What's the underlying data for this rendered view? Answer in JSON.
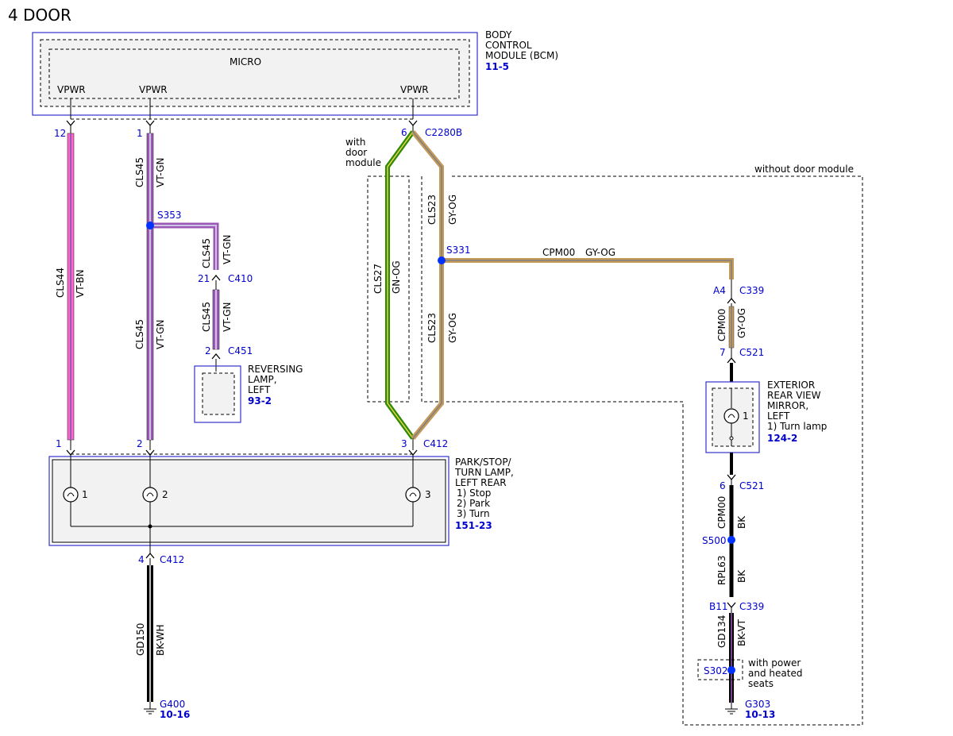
{
  "title": "4 DOOR",
  "bcm": {
    "name_lines": [
      "BODY",
      "CONTROL",
      "MODULE (BCM)"
    ],
    "ref": "11-5",
    "micro": "MICRO",
    "vpwr": [
      "VPWR",
      "VPWR",
      "VPWR"
    ]
  },
  "pins": {
    "p12": "12",
    "p1": "1",
    "p6": "6",
    "c2280b": "C2280B",
    "p21": "21",
    "c410": "C410",
    "p2a": "2",
    "c451": "C451",
    "p1b": "1",
    "p2b": "2",
    "p3": "3",
    "c412a": "C412",
    "p4": "4",
    "c412b": "C412",
    "a4": "A4",
    "c339a": "C339",
    "p7": "7",
    "c521a": "C521",
    "p6b": "6",
    "c521b": "C521",
    "b11": "B11",
    "c339b": "C339"
  },
  "splices": {
    "s353": "S353",
    "s331": "S331",
    "s500": "S500",
    "s302": "S302"
  },
  "wires": {
    "cls44": "CLS44",
    "vtbn": "VT-BN",
    "cls45a": "CLS45",
    "vtgna": "VT-GN",
    "cls45b": "CLS45",
    "vtgnb": "VT-GN",
    "cls45c": "CLS45",
    "vtgnc": "VT-GN",
    "cls45d": "CLS45",
    "vtgnd": "VT-GN",
    "cls27": "CLS27",
    "gnog": "GN-OG",
    "cls23a": "CLS23",
    "gyoga": "GY-OG",
    "cls23b": "CLS23",
    "gyogb": "GY-OG",
    "cpm00h": "CPM00",
    "gyogh": "GY-OG",
    "cpm00v": "CPM00",
    "gyogv": "GY-OG",
    "cpm00bk": "CPM00",
    "bk1": "BK",
    "rpl63": "RPL63",
    "bk2": "BK",
    "gd134": "GD134",
    "bkvt": "BK-VT",
    "gd150": "GD150",
    "bkwh": "BK-WH"
  },
  "notes": {
    "with_door": [
      "with",
      "door",
      "module"
    ],
    "without_door": "without door module",
    "with_power": [
      "with power",
      "and heated",
      "seats"
    ]
  },
  "reversing_lamp": {
    "lines": [
      "REVERSING",
      "LAMP,",
      "LEFT"
    ],
    "ref": "93-2"
  },
  "park_lamp": {
    "lines": [
      "PARK/STOP/",
      "TURN LAMP,",
      "LEFT REAR",
      "1) Stop",
      "2) Park",
      "3) Turn"
    ],
    "ref": "151-23",
    "bulbs": [
      "1",
      "2",
      "3"
    ]
  },
  "mirror": {
    "lines": [
      "EXTERIOR",
      "REAR VIEW",
      "MIRROR,",
      "LEFT",
      "1) Turn lamp"
    ],
    "ref": "124-2",
    "bulb": "1"
  },
  "grounds": {
    "g400": "G400",
    "g400_ref": "10-16",
    "g303": "G303",
    "g303_ref": "10-13"
  },
  "colors": {
    "violet": "#9b59b6",
    "pink": "#ff66cc",
    "green": "#2e8b00",
    "tan": "#c49a5a",
    "grey": "#808080",
    "black": "#000000",
    "blue": "#0000cc",
    "dot": "#0033ff"
  }
}
